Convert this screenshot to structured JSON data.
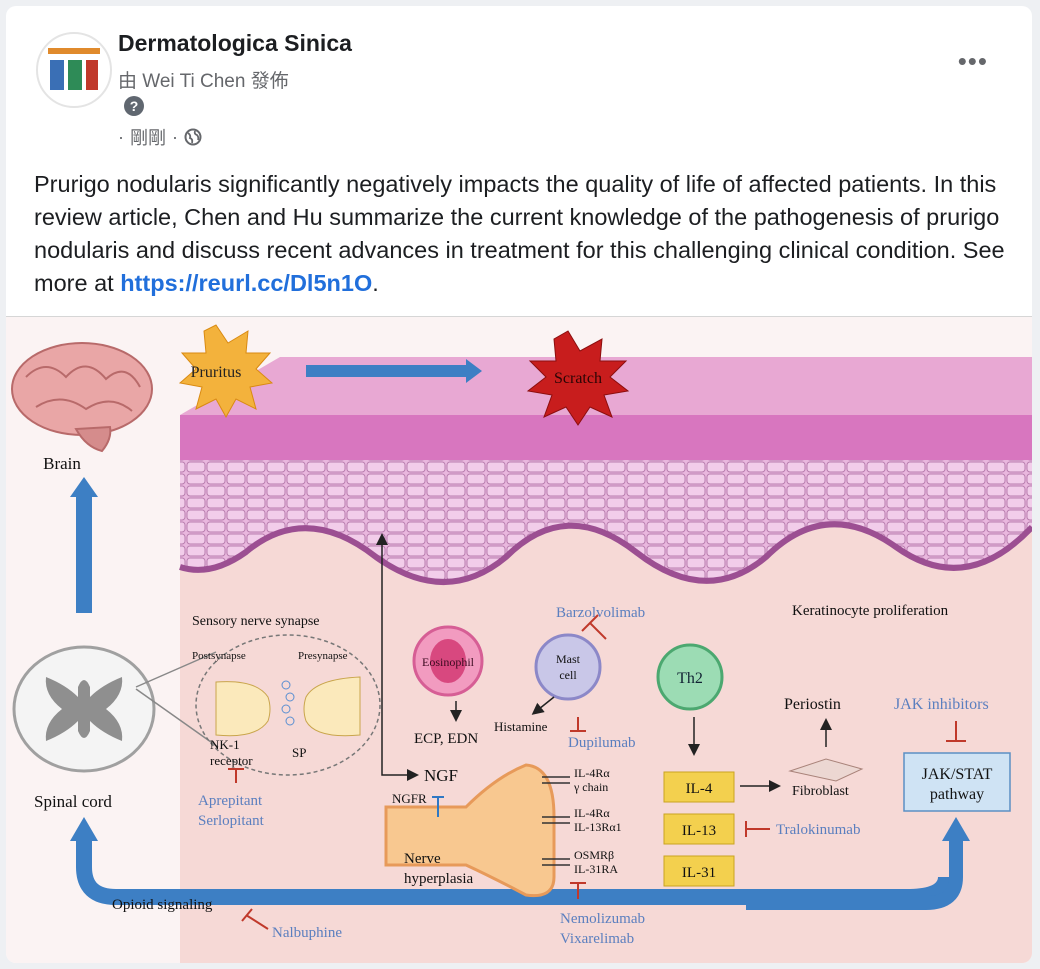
{
  "post": {
    "page_name": "Dermatologica Sinica",
    "poster": "由 Wei Ti Chen 發佈",
    "help_icon": "?",
    "time": "剛剛",
    "separator": "·",
    "audience_icon": "globe-icon",
    "more_icon": "•••",
    "text": "Prurigo nodularis significantly negatively impacts the quality of life of affected patients. In this review article, Chen and Hu summarize the current knowledge of the pathogenesis of prurigo nodularis and discuss recent advances in treatment for this challenging clinical condition. See more at ",
    "link": "https://reurl.cc/Dl5n1O",
    "text_end": "."
  },
  "figure": {
    "pruritus": "Pruritus",
    "scratch": "Scratch",
    "brain": "Brain",
    "spinal_cord": "Spinal cord",
    "sensory_synapse": "Sensory nerve synapse",
    "postsynapse": "Postsynapse",
    "presynapse": "Presynapse",
    "nk1": "NK-1",
    "receptor": "receptor",
    "sp": "SP",
    "aprepitant": "Aprepitant",
    "serlopitant": "Serlopitant",
    "opioid": "Opioid signaling",
    "nalbuphine": "Nalbuphine",
    "eosinophil": "Eosinophil",
    "ecp": "ECP, EDN",
    "mast": "Mast",
    "cell": "cell",
    "barzolvolimab": "Barzolvolimab",
    "histamine": "Histamine",
    "dupilumab": "Dupilumab",
    "th2": "Th2",
    "ngf": "NGF",
    "ngfr": "NGFR",
    "nerve": "Nerve",
    "hyperplasia": "hyperplasia",
    "r1a": "IL-4Rα",
    "r1b": "γ chain",
    "r2a": "IL-4Rα",
    "r2b": "IL-13Rα1",
    "r3a": "OSMRβ",
    "r3b": "IL-31RA",
    "il4": "IL-4",
    "il13": "IL-13",
    "il31": "IL-31",
    "tralokinumab": "Tralokinumab",
    "nemolizumab": "Nemolizumab",
    "vixarelimab": "Vixarelimab",
    "keratinocyte": "Keratinocyte proliferation",
    "periostin": "Periostin",
    "fibroblast": "Fibroblast",
    "jak_inhibitors": "JAK inhibitors",
    "jak_stat": "JAK/STAT",
    "pathway": "pathway"
  }
}
